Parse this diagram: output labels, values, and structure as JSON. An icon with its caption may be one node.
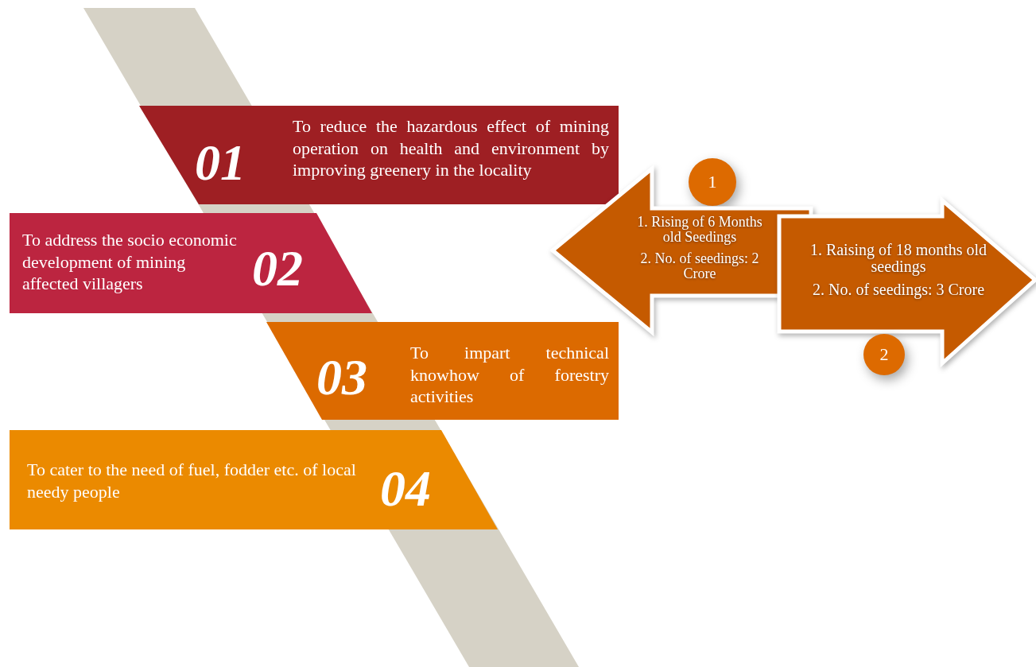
{
  "diagram": {
    "nodes": [
      {
        "text": [
          "01",
          "To reduce the hazardous effect of mining operation on health and environment by improving greenery in the locality"
        ]
      },
      {
        "text": [
          "To address the socio economic development of mining affected villagers",
          "02"
        ]
      },
      {
        "text": [
          "03",
          "To impart technical knowhow of forestry activities"
        ]
      },
      {
        "text": [
          "To cater to the need of fuel, fodder etc. of local needy people",
          "04"
        ]
      },
      {
        "text": [
          "1"
        ]
      },
      {
        "text": [
          "1. Rising of 6 Months old Seedings",
          "2. No. of seedings: 2 Crore"
        ]
      },
      {
        "text": [
          "1. Raising of 18 months old seedings",
          "2. No. of seedings: 3 Crore"
        ]
      },
      {
        "text": [
          "2"
        ]
      }
    ]
  }
}
